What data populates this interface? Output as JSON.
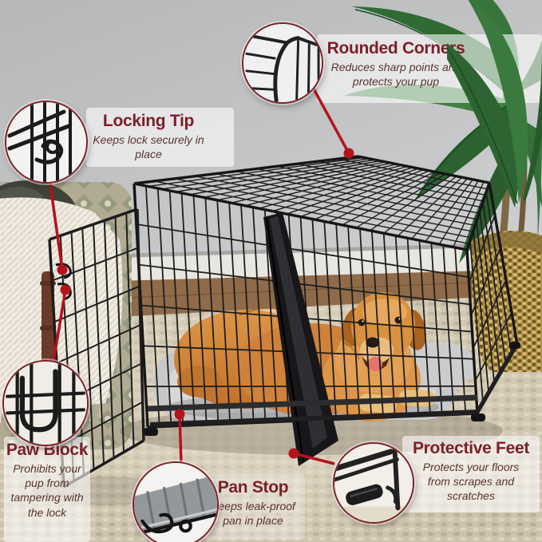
{
  "image_type": "annotated product photo",
  "subject": "dog crate with golden retriever",
  "callouts": [
    {
      "id": "rounded-corners",
      "title": "Rounded Corners",
      "description": "Reduces sharp points and protects your pup"
    },
    {
      "id": "locking-tip",
      "title": "Locking Tip",
      "description": "Keeps lock securely in place"
    },
    {
      "id": "paw-block",
      "title": "Paw Block",
      "description": "Prohibits your pup from tampering with the lock"
    },
    {
      "id": "pan-stop",
      "title": "Pan Stop",
      "description": "Keeps leak-proof pan in place"
    },
    {
      "id": "protective-feet",
      "title": "Protective Feet",
      "description": "Protects your floors from scrapes and scratches"
    }
  ],
  "colors": {
    "callout_title": "#7b2027",
    "callout_description": "#5a342e",
    "connector_line": "#b5121c",
    "lens_border": "#7c2127",
    "crate_wire": "#1e1e1e",
    "carpet": "#cdc3ad",
    "wall": "#c8c9cb"
  }
}
